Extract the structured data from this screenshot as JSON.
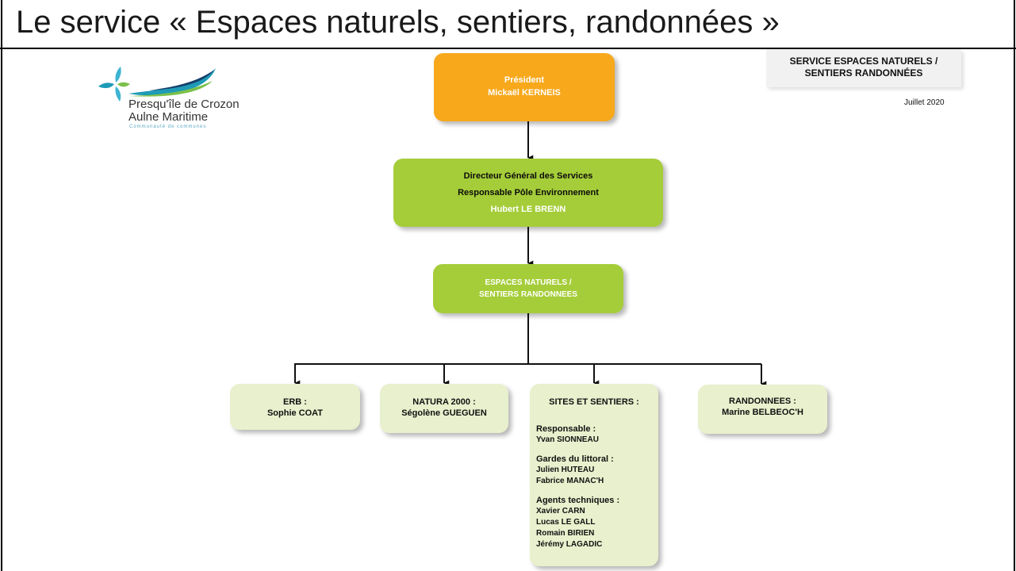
{
  "slide": {
    "title": "Le service « Espaces naturels, sentiers, randonnées »"
  },
  "logo": {
    "line1": "Presqu'île de Crozon",
    "line2": "Aulne Maritime",
    "line3": "Communauté de communes"
  },
  "header": {
    "service_line1": "SERVICE ESPACES NATURELS /",
    "service_line2": "SENTIERS RANDONNÉES",
    "date": "Juillet 2020"
  },
  "president": {
    "role": "Président",
    "name": "Mickaël KERNEIS"
  },
  "dgs": {
    "role1": "Directeur Général des Services",
    "role2": "Responsable Pôle Environnement",
    "name": "Hubert LE BRENN"
  },
  "espaces": {
    "line1": "ESPACES NATURELS /",
    "line2": "SENTIERS RANDONNEES"
  },
  "erb": {
    "title": "ERB :",
    "name": "Sophie COAT"
  },
  "natura": {
    "title": "NATURA 2000 :",
    "name": "Ségolène GUEGUEN"
  },
  "sites": {
    "title": "SITES ET SENTIERS :",
    "responsable_label": "Responsable :",
    "responsable": "Yvan SIONNEAU",
    "gardes_label": "Gardes du littoral :",
    "gardes": [
      "Julien HUTEAU",
      "Fabrice MANAC'H"
    ],
    "agents_label": "Agents techniques :",
    "agents": [
      "Xavier CARN",
      "Lucas LE GALL",
      "Romain BIRIEN",
      "Jérémy LAGADIC"
    ]
  },
  "rando": {
    "title": "RANDONNEES :",
    "name": "Marine BELBEOC'H"
  },
  "colors": {
    "president": "#f7a81b",
    "green": "#a5cd39",
    "leaf": "#e8f0cd",
    "logo_teal": "#1f9bb7",
    "logo_green": "#7cc04b",
    "logo_navy": "#17406b"
  }
}
